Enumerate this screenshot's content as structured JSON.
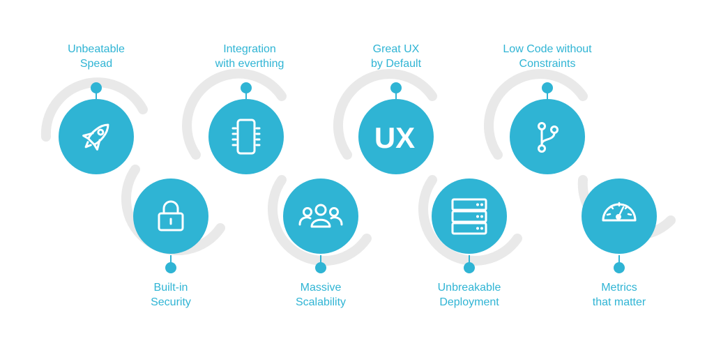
{
  "colors": {
    "accent": "#2fb4d4",
    "track": "#e9e9e9",
    "icon": "#ffffff",
    "background": "#ffffff"
  },
  "features": [
    {
      "line1": "Unbeatable",
      "line2": "Spead",
      "icon": "rocket-icon"
    },
    {
      "line1": "Built-in",
      "line2": "Security",
      "icon": "lock-icon"
    },
    {
      "line1": "Integration",
      "line2": "with everthing",
      "icon": "chip-icon"
    },
    {
      "line1": "Massive",
      "line2": "Scalability",
      "icon": "users-icon"
    },
    {
      "line1": "Great UX",
      "line2": "by Default",
      "icon": "ux-icon",
      "icon_text": "UX"
    },
    {
      "line1": "Unbreakable",
      "line2": "Deployment",
      "icon": "server-icon"
    },
    {
      "line1": "Low Code without",
      "line2": "Constraints",
      "icon": "branch-icon"
    },
    {
      "line1": "Metrics",
      "line2": "that matter",
      "icon": "gauge-icon"
    }
  ]
}
